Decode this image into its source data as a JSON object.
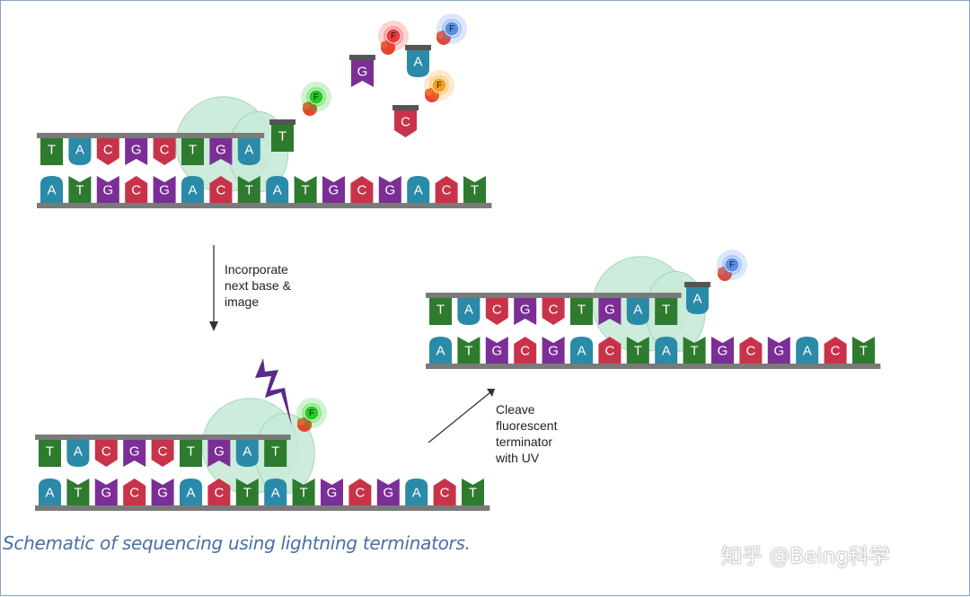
{
  "diagram": {
    "colors": {
      "T": "#2e7a2e",
      "A": "#2a8aa8",
      "C": "#c8334a",
      "G": "#7b2e96",
      "backbone": "#7a7a7a",
      "polymerase": "#c8ead8",
      "lightning": "#5a2a8a"
    },
    "step1": {
      "top_strand": [
        "T",
        "A",
        "C",
        "G",
        "C",
        "T",
        "G",
        "A"
      ],
      "bottom_strand": [
        "A",
        "T",
        "G",
        "C",
        "G",
        "A",
        "C",
        "T",
        "A",
        "T",
        "G",
        "C",
        "G",
        "A",
        "C",
        "T"
      ],
      "incoming": {
        "base": "T",
        "label": "F",
        "color": "#22cc22"
      },
      "free_nucleotides": [
        {
          "base": "G",
          "label": "F",
          "color": "#ee3b3b"
        },
        {
          "base": "A",
          "label": "F",
          "color": "#5b8fe8"
        },
        {
          "base": "C",
          "label": "F",
          "color": "#f5a020"
        }
      ]
    },
    "step2": {
      "top_strand": [
        "T",
        "A",
        "C",
        "G",
        "C",
        "T",
        "G",
        "A",
        "T"
      ],
      "bottom_strand": [
        "A",
        "T",
        "G",
        "C",
        "G",
        "A",
        "C",
        "T",
        "A",
        "T",
        "G",
        "C",
        "G",
        "A",
        "C",
        "T"
      ],
      "label": "F",
      "fluor_color": "#22cc22"
    },
    "step3": {
      "top_strand": [
        "T",
        "A",
        "C",
        "G",
        "C",
        "T",
        "G",
        "A",
        "T"
      ],
      "bottom_strand": [
        "A",
        "T",
        "G",
        "C",
        "G",
        "A",
        "C",
        "T",
        "A",
        "T",
        "G",
        "C",
        "G",
        "A",
        "C",
        "T"
      ],
      "incoming": {
        "base": "A",
        "label": "F",
        "color": "#5b8fe8"
      }
    }
  },
  "labels": {
    "incorporate": "Incorporate\nnext base &\nimage",
    "cleave": "Cleave\nfluorescent\nterminator\nwith UV"
  },
  "caption": "Schematic of sequencing using lightning terminators.",
  "watermark": "知乎 @Being科学"
}
